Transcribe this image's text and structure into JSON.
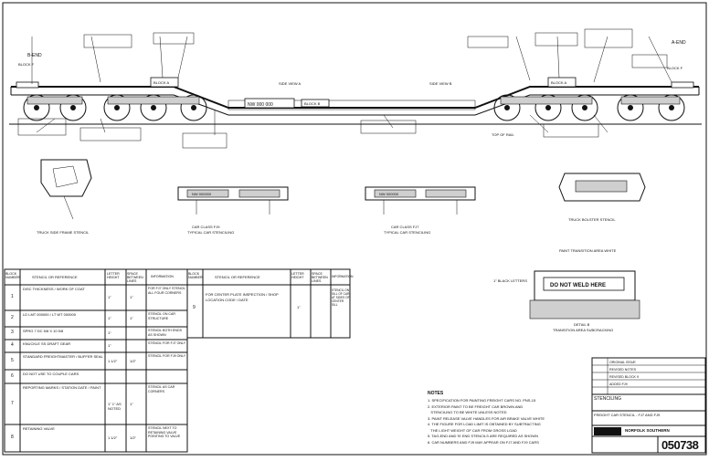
{
  "drawing": {
    "top_left_label": "B-END",
    "top_right_label": "A-END",
    "block_f_left": "BLOCK F",
    "block_f_right": "BLOCK F",
    "side_view_a": "SIDE VIEW A",
    "side_view_b": "SIDE VIEW B",
    "car_number": "NW 000 000",
    "block_b": "BLOCK B",
    "top_of_rail": "TOP OF RAIL",
    "block_a_left": "BLOCK A",
    "block_a_right": "BLOCK A",
    "reporting_marks_left": "NW 000000",
    "reporting_marks_right": "NW 000000",
    "do_not_weld": "DO NOT WELD HERE",
    "inch_label": "1\" BLACK LETTERS",
    "paint_area": "PAINT TRANSITION AREA WHITE",
    "truck_side_frame": "TRUCK SIDE FRAME STENCIL",
    "truck_bolster": "TRUCK BOLSTER STENCIL",
    "car_class_left": "CAR CLASS FJ9",
    "car_class_left_sub": "TYPICAL CAR STENCILING",
    "car_class_right": "CAR CLASS FJ7",
    "car_class_right_sub": "TYPICAL CAR STENCILING",
    "detail_b": "DETAIL B",
    "detail_b_sub": "TRANSITION AREA SUBCRACKING"
  },
  "table": {
    "headers": [
      "BLOCK NUMBER",
      "STENCIL OR REFERENCE",
      "LETTER HEIGHT",
      "SPACE BETWEEN LINES",
      "INFORMATION"
    ],
    "rows": [
      {
        "no": "1",
        "ref": "DISC THICKNESS / WORK OF COAT",
        "h": "1\"",
        "s": "1\"",
        "info": "FOR FJ7 ONLY STENCIL ALL FOUR CORNERS"
      },
      {
        "no": "2",
        "ref": "LD LMT 000000 / LT WT 000000",
        "h": "1\"",
        "s": "1\"",
        "info": "STENCIL ON CAR STRUCTURE"
      },
      {
        "no": "3",
        "ref": "SPRG 7 DC 5/8 X 10 5/8",
        "h": "1\"",
        "s": "",
        "info": "STENCIL BOTH ENDS AS SHOWN"
      },
      {
        "no": "4",
        "ref": "KNUCKLE SS DRAFT GEAR",
        "h": "1\"",
        "s": "",
        "info": "STENCIL FOR FJ7 ONLY"
      },
      {
        "no": "5",
        "ref": "STANDARD FREIGHTMASTER / BUFFER SEAL",
        "h": "1 1/2\"",
        "s": "1/2\"",
        "info": "STENCIL FOR FJ9 ONLY"
      },
      {
        "no": "6",
        "ref": "DO NOT USE TO COUPLE CARS",
        "h": "",
        "s": "",
        "info": ""
      },
      {
        "no": "7",
        "ref": "REPORTING MARKS / STATION DATE / PAINT",
        "h": "1\" 1\" AS NOTED",
        "s": "1\"",
        "info": "STENCIL AS CAR CORNERS"
      },
      {
        "no": "8",
        "ref": "RETAINING VALVE",
        "h": "1 1/2\"",
        "s": "1/2\"",
        "info": "STENCIL NEXT TO RETAINING VALVE POINTING TO VALVE"
      }
    ],
    "side_headers": [
      "BLOCK NUMBER",
      "STENCIL OR REFERENCE",
      "LETTER HEIGHT",
      "SPACE BETWEEN LINES",
      "INFORMATION"
    ],
    "side_row": {
      "no": "9",
      "ref": "FOR CENTER PLATE INSPECTION / SHOP LOCATION CODE / DATE",
      "h": "1\"",
      "s": "",
      "info": "STENCIL ON SILL OF CAR AT SIDES OF CENTER SILL"
    }
  },
  "notes": {
    "title": "NOTES",
    "lines": [
      "1. SPECIFICATION FOR PAINTING FREIGHT CARS NO. PNS-15",
      "2. EXTERIOR PAINT TO BE FREIGHT CAR BROWN AND",
      "   STENCILING TO BE WHITE UNLESS NOTED",
      "3. PAINT RELEASE VALVE HANDLES FOR AIR BRAKE VALVE WHITE",
      "4. THE FIGURE FOR LOAD LIMIT IS OBTAINED BY SUBTRACTING",
      "   THE LIGHT WEIGHT OF CAR FROM GROSS LOAD",
      "5. TAG-END AND 'B' END STENCILS ARE REQUIRED AS SHOWN",
      "6. CAR NUMBERS AND FJ9 MAY APPEAR ON FJ7 AND FJ9 CARS"
    ]
  },
  "title_block": {
    "sheet_title": "STENCILING",
    "description": "FREIGHT CAR STENCIL - FJ7 AND FJ9",
    "company": "NORFOLK SOUTHERN",
    "drawing_number": "050738",
    "revisions": [
      "ORIGINAL ISSUE",
      "REVISED NOTES",
      "REVISED BLOCK 9",
      "ADDED FJ9"
    ]
  }
}
